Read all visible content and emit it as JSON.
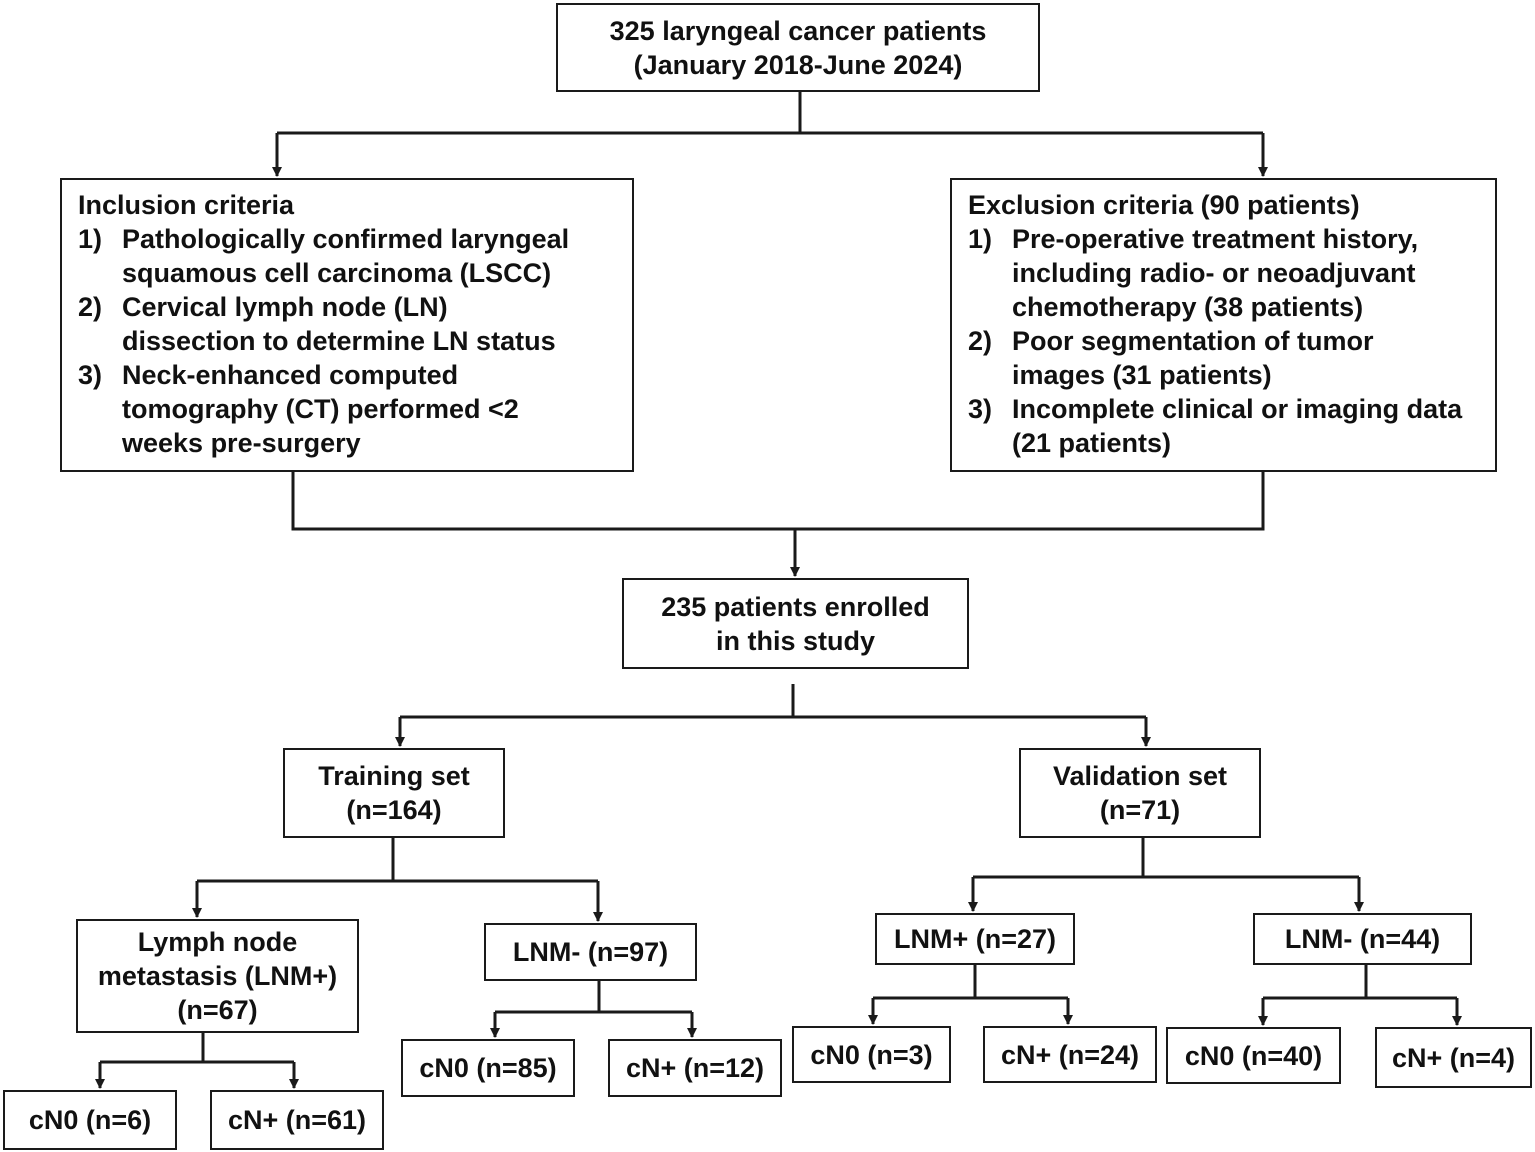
{
  "top": {
    "line1": "325 laryngeal cancer patients",
    "line2": "(January 2018-June 2024)"
  },
  "inclusion": {
    "title": "Inclusion criteria",
    "items": [
      {
        "num": "1)",
        "text": "Pathologically confirmed laryngeal squamous cell carcinoma (LSCC)"
      },
      {
        "num": "2)",
        "text": "Cervical lymph node (LN) dissection to determine LN status"
      },
      {
        "num": "3)",
        "text": "Neck-enhanced computed tomography (CT) performed <2 weeks pre-surgery"
      }
    ]
  },
  "exclusion": {
    "title": "Exclusion criteria (90 patients)",
    "items": [
      {
        "num": "1)",
        "text": "Pre-operative treatment history, including radio- or neoadjuvant chemotherapy (38 patients)"
      },
      {
        "num": "2)",
        "text": "Poor segmentation of tumor images (31 patients)"
      },
      {
        "num": "3)",
        "text": "Incomplete clinical or imaging data (21 patients)"
      }
    ]
  },
  "enrolled": {
    "line1": "235 patients enrolled",
    "line2": "in this study"
  },
  "training": {
    "line1": "Training set",
    "line2": "(n=164)",
    "lnm_pos": {
      "line1": "Lymph node",
      "line2": "metastasis (LNM+)",
      "line3": "(n=67)",
      "cn0": "cN0 (n=6)",
      "cnp": "cN+ (n=61)"
    },
    "lnm_neg": {
      "label": "LNM- (n=97)",
      "cn0": "cN0 (n=85)",
      "cnp": "cN+ (n=12)"
    }
  },
  "validation": {
    "line1": "Validation set",
    "line2": "(n=71)",
    "lnm_pos": {
      "label": "LNM+ (n=27)",
      "cn0": "cN0 (n=3)",
      "cnp": "cN+ (n=24)"
    },
    "lnm_neg": {
      "label": "LNM- (n=44)",
      "cn0": "cN0 (n=40)",
      "cnp": "cN+ (n=4)"
    }
  },
  "colors": {
    "line": "#1a1a1a",
    "background": "#ffffff"
  }
}
